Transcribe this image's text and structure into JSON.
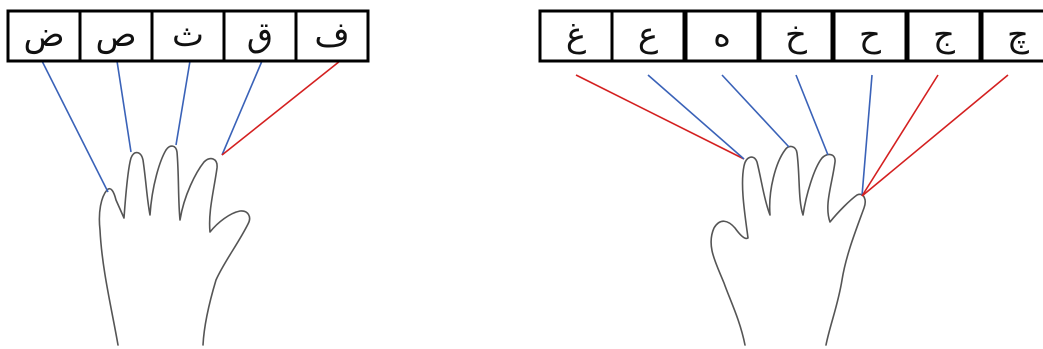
{
  "colors": {
    "left_hand_link": "#3a62b8",
    "right_hand_link": "#d42020",
    "hand_outline": "#555555",
    "key_border": "#000000"
  },
  "left_group": {
    "keys": [
      {
        "label": "ض",
        "hand": "left"
      },
      {
        "label": "ص",
        "hand": "left"
      },
      {
        "label": "ث",
        "hand": "left"
      },
      {
        "label": "ق",
        "hand": "left"
      },
      {
        "label": "ف",
        "hand": "right"
      }
    ]
  },
  "right_group": {
    "keys": [
      {
        "label": "غ",
        "hand": "right"
      },
      {
        "label": "ع",
        "hand": "left"
      },
      {
        "label": "ه",
        "hand": "left"
      },
      {
        "label": "خ",
        "hand": "left"
      },
      {
        "label": "ح",
        "hand": "left"
      },
      {
        "label": "ج",
        "hand": "right"
      },
      {
        "label": "چ",
        "hand": "right"
      }
    ]
  }
}
